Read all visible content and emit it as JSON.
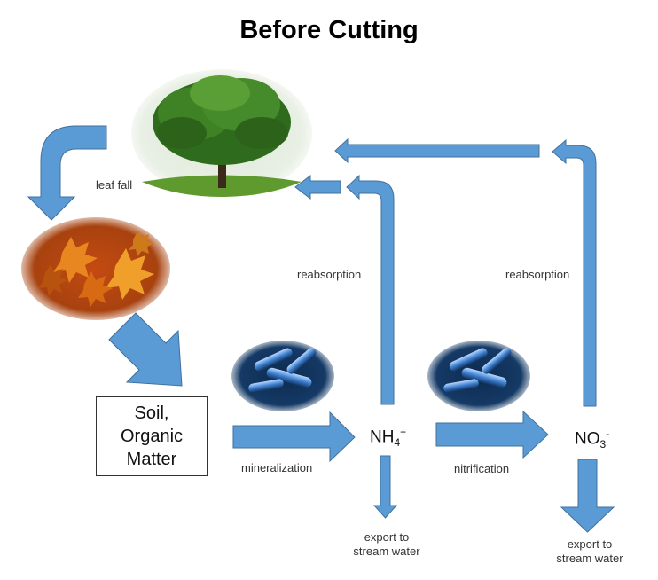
{
  "title": "Before Cutting",
  "soil_box": {
    "line1": "Soil,",
    "line2": "Organic",
    "line3": "Matter"
  },
  "labels": {
    "leaf_fall": "leaf fall",
    "mineralization": "mineralization",
    "nitrification": "nitrification",
    "reabsorption_1": "reabsorption",
    "reabsorption_2": "reabsorption",
    "export_1_line1": "export to",
    "export_1_line2": "stream water",
    "export_2_line1": "export to",
    "export_2_line2": "stream water"
  },
  "ammonium": {
    "base": "NH",
    "sub": "4",
    "sup": "+"
  },
  "nitrate": {
    "base": "NO",
    "sub": "3",
    "sup": "-"
  },
  "colors": {
    "arrow_fill": "#5b9bd5",
    "arrow_stroke": "#41719c",
    "tree_foliage": "#3f7d22",
    "leaves": "#d9661c",
    "bacteria": "#1f4e8c"
  },
  "images": [
    "tree-image",
    "autumn-leaves-image",
    "bacteria-image-1",
    "bacteria-image-2"
  ]
}
